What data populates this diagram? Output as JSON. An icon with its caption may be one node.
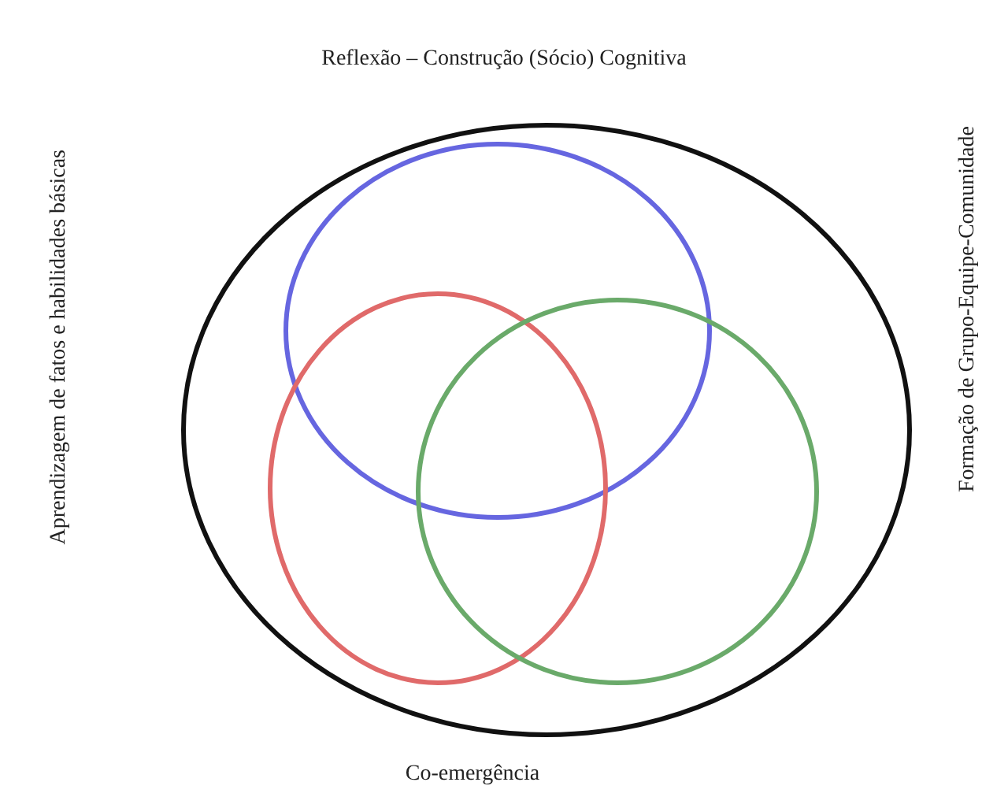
{
  "diagram": {
    "nodes": [
      {
        "text": [],
        "shape": "circle"
      },
      {
        "text": [],
        "shape": "circle",
        "in": 0
      },
      {
        "text": [],
        "shape": "circle",
        "in": 0
      },
      {
        "text": [],
        "shape": "circle",
        "in": 0
      }
    ],
    "labels": [
      "Reflexão – Construção (Sócio) Cognitiva",
      "Aprendizagem de fatos e habilidades básicas",
      "Formação de Grupo-Equipe-Comunidade",
      "Co-emergência"
    ]
  }
}
